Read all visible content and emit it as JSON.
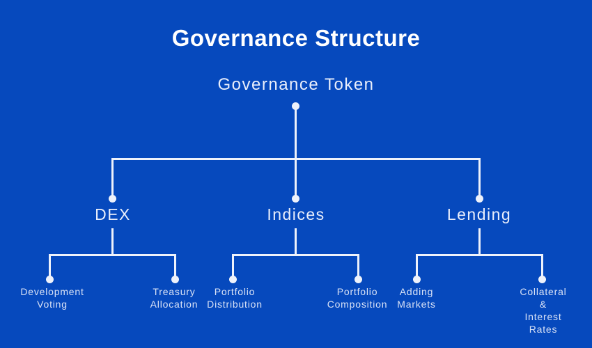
{
  "title": "Governance Structure",
  "colors": {
    "background": "#0649bd",
    "line": "#eef2fb",
    "title_text": "#ffffff",
    "node_text": "#e9eefb",
    "leaf_text": "#d9e2f6"
  },
  "tree": {
    "root": {
      "label": "Governance Token"
    },
    "branches": [
      {
        "label": "DEX",
        "children": [
          {
            "label": "Development\nVoting"
          },
          {
            "label": "Treasury\nAllocation"
          }
        ]
      },
      {
        "label": "Indices",
        "children": [
          {
            "label": "Portfolio\nDistribution"
          },
          {
            "label": "Portfolio\nComposition"
          }
        ]
      },
      {
        "label": "Lending",
        "children": [
          {
            "label": "Adding\nMarkets"
          },
          {
            "label": "Collateral &\nInterest Rates"
          }
        ]
      }
    ]
  }
}
